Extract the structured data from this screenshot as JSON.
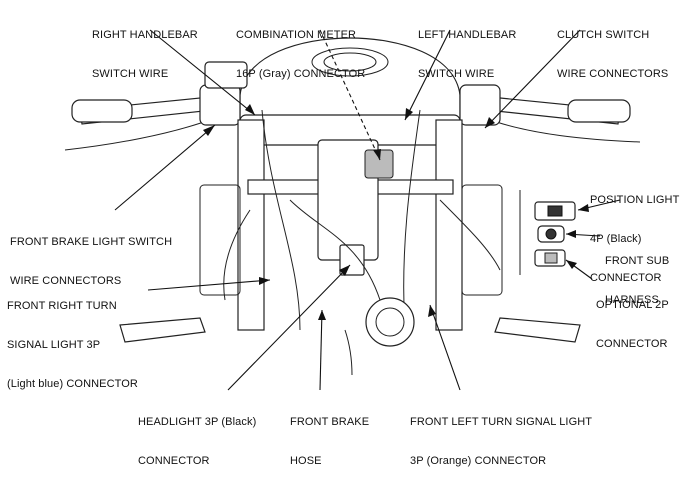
{
  "labels": {
    "right_handlebar": [
      "RIGHT HANDLEBAR",
      "SWITCH WIRE"
    ],
    "combination_meter": [
      "COMBINATION METER",
      "16P (Gray) CONNECTOR"
    ],
    "left_handlebar": [
      "LEFT HANDLEBAR",
      "SWITCH WIRE"
    ],
    "clutch_switch": [
      "CLUTCH SWITCH",
      "WIRE CONNECTORS"
    ],
    "position_light": [
      "POSITION LIGHT",
      "4P (Black)",
      "CONNECTOR"
    ],
    "front_sub_harness": [
      "FRONT SUB",
      "HARNESS"
    ],
    "optional_2p": [
      "OPTIONAL 2P",
      "CONNECTOR"
    ],
    "front_brake_light_switch": [
      "FRONT BRAKE LIGHT SWITCH",
      "WIRE CONNECTORS"
    ],
    "front_right_turn": [
      "FRONT RIGHT TURN",
      "SIGNAL LIGHT 3P",
      "(Light blue) CONNECTOR"
    ],
    "headlight": [
      "HEADLIGHT 3P (Black)",
      "CONNECTOR"
    ],
    "front_brake_hose": [
      "FRONT BRAKE",
      "HOSE"
    ],
    "front_left_turn": [
      "FRONT LEFT TURN SIGNAL LIGHT",
      "3P (Orange) CONNECTOR"
    ]
  }
}
